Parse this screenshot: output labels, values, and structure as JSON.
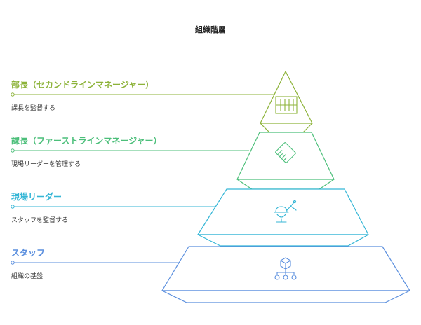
{
  "diagram": {
    "title": "組織階層",
    "levels": [
      {
        "label": "部長（セカンドラインマネージャー）",
        "description": "課長を監督する",
        "color": "#8db33a",
        "icon": "columns-icon"
      },
      {
        "label": "課長（ファーストラインマネージャー）",
        "description": "現場リーダーを管理する",
        "color": "#4cbf7a",
        "icon": "ruler-icon"
      },
      {
        "label": "現場リーダー",
        "description": "スタッフを監督する",
        "color": "#35b6d6",
        "icon": "worker-compass-icon"
      },
      {
        "label": "スタッフ",
        "description": "組織の基盤",
        "color": "#5b8fde",
        "icon": "hierarchy-cube-icon"
      }
    ]
  }
}
